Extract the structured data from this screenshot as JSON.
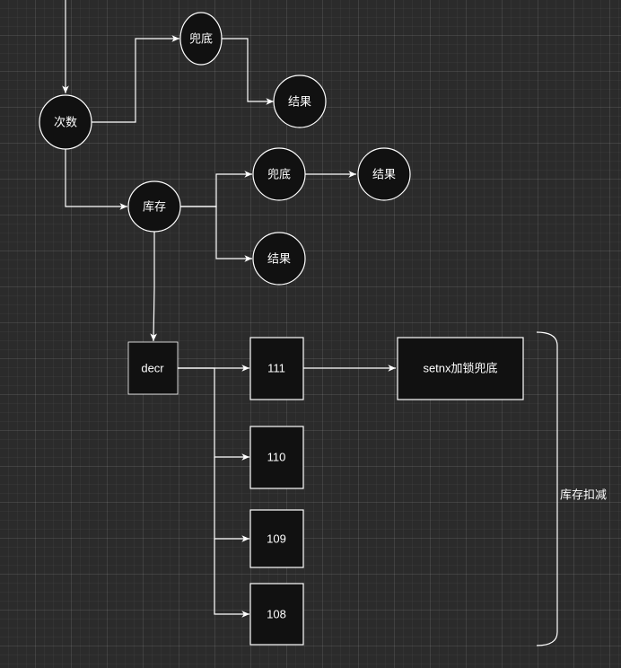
{
  "nodes": {
    "count_node": "次数",
    "fallback_top": "兜底",
    "result_top": "结果",
    "stock_node": "库存",
    "fallback_mid": "兜底",
    "result_mid": "结果",
    "result_low": "结果",
    "decr_node": "decr",
    "val_111": "111",
    "val_110": "110",
    "val_109": "109",
    "val_108": "108",
    "setnx_node": "setnx加锁兜底"
  },
  "brace_label": "库存扣减",
  "colors": {
    "background": "#2b2b2b",
    "node_fill": "#111111",
    "stroke": "#ffffff",
    "text": "#ffffff"
  }
}
